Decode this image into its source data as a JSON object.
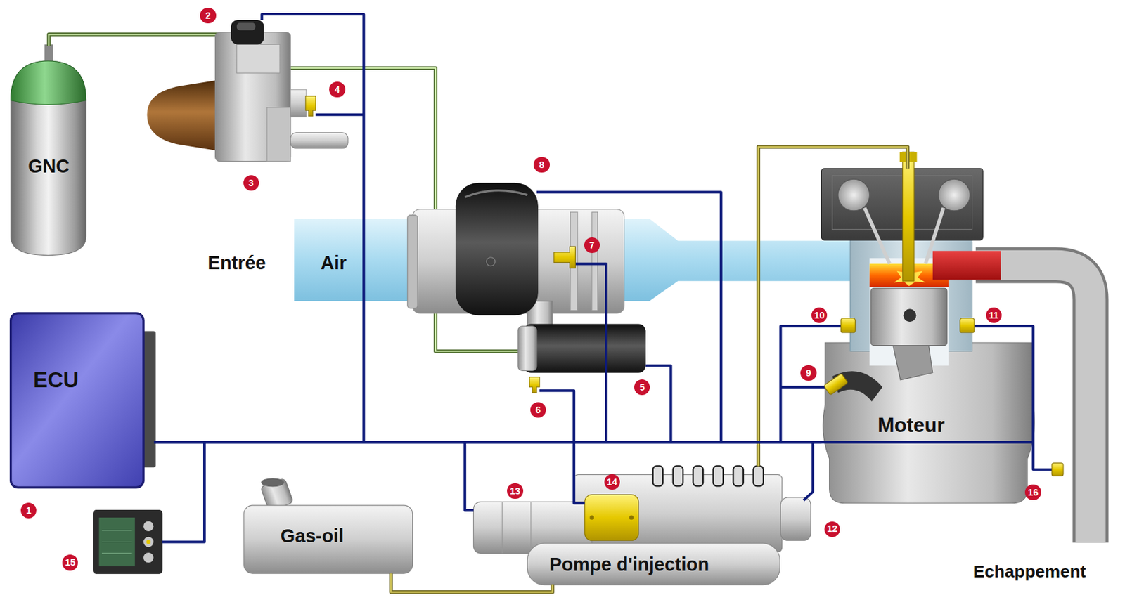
{
  "diagram": {
    "nodes": [
      {
        "text": [
          "GNC"
        ]
      },
      {
        "text": [
          "Air"
        ]
      },
      {
        "text": [
          "ECU"
        ]
      },
      {
        "text": [
          "Moteur"
        ]
      },
      {
        "text": [
          "Gas-oil"
        ]
      },
      {
        "text": [
          "Pompe d'injection"
        ]
      }
    ],
    "edges": [
      {
        "from": 4,
        "to": 5,
        "arrow": "none"
      },
      {
        "from": 5,
        "to": 3,
        "arrow": "none"
      },
      {
        "from": 2,
        "to": 5,
        "arrow": "none"
      },
      {
        "from": 2,
        "to": 3,
        "arrow": "none"
      }
    ],
    "labels": [
      "Entrée",
      "Echappement",
      "1",
      "2",
      "3",
      "4",
      "5",
      "6",
      "7",
      "8",
      "9",
      "10",
      "11",
      "12",
      "13",
      "14",
      "15",
      "16"
    ]
  }
}
